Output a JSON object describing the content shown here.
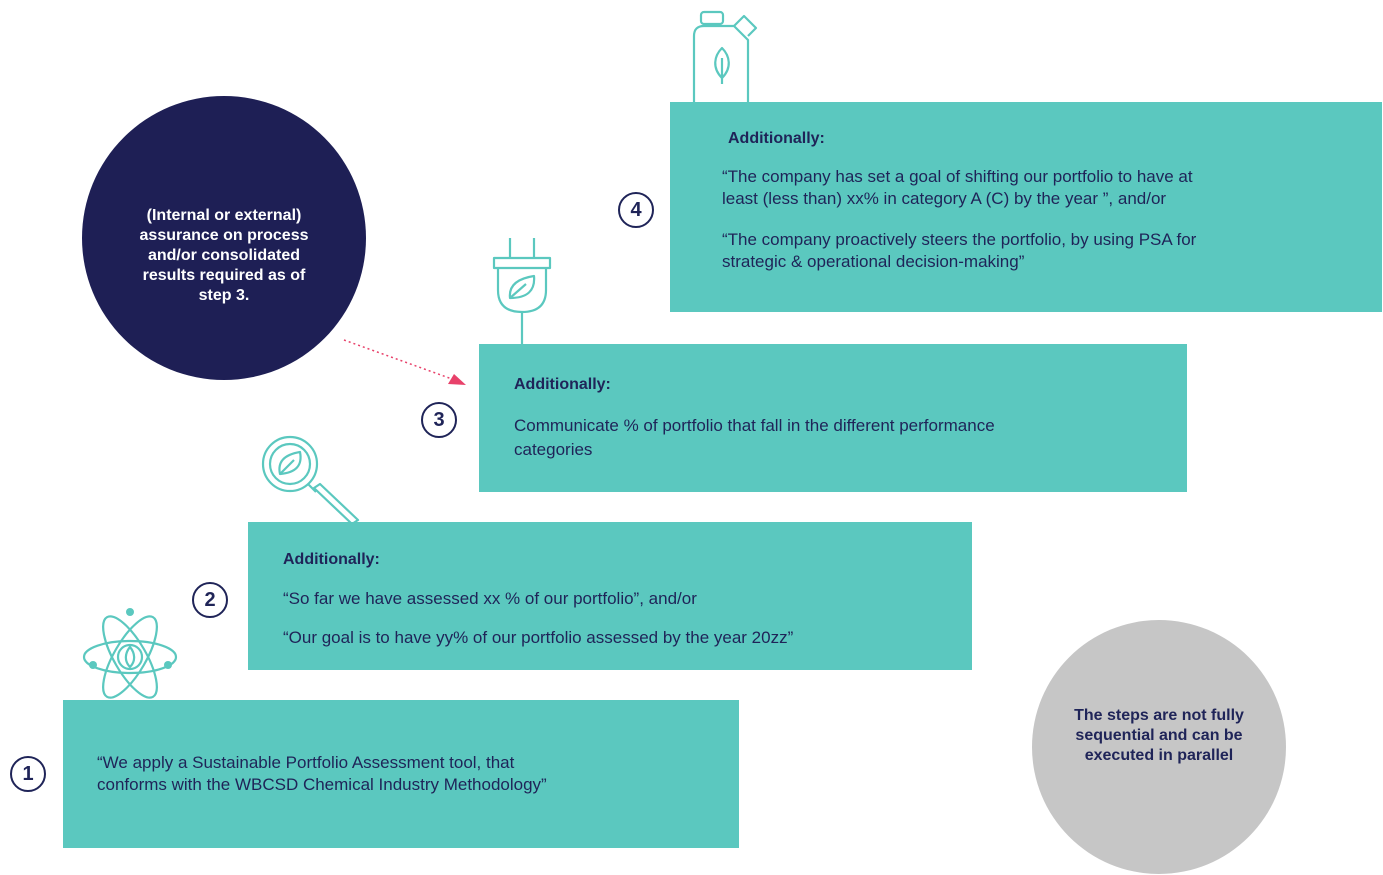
{
  "callout": {
    "text": "(Internal or external)\nassurance on process\nand/or consolidated\nresults  required as of\nstep 3."
  },
  "note": {
    "text": "The steps are not fully\nsequential and can be\nexecuted in parallel"
  },
  "steps": [
    {
      "number": "1",
      "lines": [
        "“We apply a Sustainable Portfolio Assessment tool, that",
        "conforms with the WBCSD Chemical Industry Methodology”"
      ]
    },
    {
      "number": "2",
      "heading": "Additionally:",
      "lines": [
        "“So far we have assessed xx % of our portfolio”, and/or",
        "“Our goal is to have yy% of our portfolio assessed by the year 20zz”"
      ]
    },
    {
      "number": "3",
      "heading": "Additionally:",
      "lines": [
        "Communicate % of portfolio that fall in the different performance",
        "categories"
      ]
    },
    {
      "number": "4",
      "heading": "Additionally:",
      "lines": [
        "“The company has set a goal of shifting our portfolio to have at",
        "least (less than) xx% in category  A (C) by the year ”, and/or",
        "“The company proactively steers the portfolio, by using PSA for",
        "strategic & operational decision-making”"
      ]
    }
  ],
  "colors": {
    "box": "#5bc8bf",
    "navy": "#1e1f55",
    "grey": "#c6c6c6",
    "arrow": "#e8416a"
  },
  "icons": [
    "jerrycan-leaf-icon",
    "plug-leaf-icon",
    "magnifier-leaf-icon",
    "atom-leaf-icon"
  ]
}
